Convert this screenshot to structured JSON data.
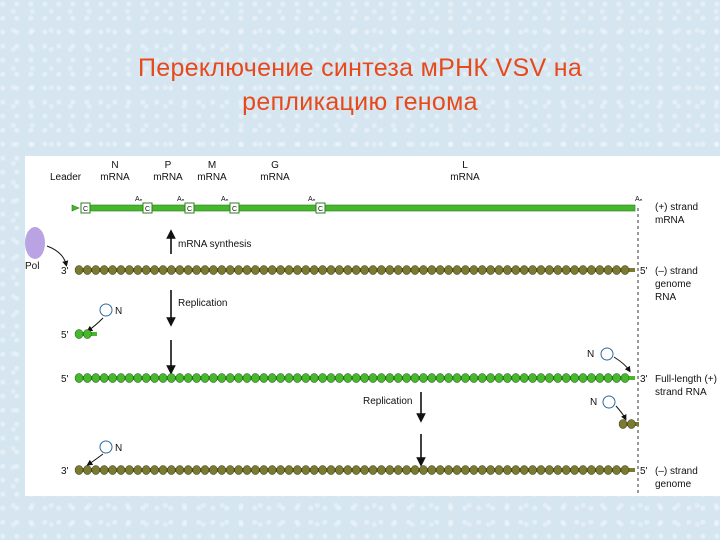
{
  "slide": {
    "title_line1": "Переключение синтеза мРНК VSV на",
    "title_line2": "репликацию генома"
  },
  "diagram": {
    "genes": [
      {
        "name": "N",
        "sub": "mRNA"
      },
      {
        "name": "P",
        "sub": "mRNA"
      },
      {
        "name": "M",
        "sub": "mRNA"
      },
      {
        "name": "G",
        "sub": "mRNA"
      },
      {
        "name": "L",
        "sub": "mRNA"
      }
    ],
    "leader_label": "Leader",
    "cap_glyph": "C",
    "polyA_glyph": "Aₙ",
    "pol_label": "Pol",
    "n_protein": "N",
    "plus_strand_mrna": [
      "(+) strand",
      "mRNA"
    ],
    "mrna_synthesis": "mRNA synthesis",
    "replication": "Replication",
    "minus_genome": [
      "(–) strand",
      "genome",
      "RNA"
    ],
    "full_length": [
      "Full-length (+)",
      "strand RNA"
    ],
    "end3": "3'",
    "end5": "5'"
  },
  "colors": {
    "title": "#e8491b",
    "plus_strand": "#45b82c",
    "minus_strand": "#7a7a30",
    "background": "#d6e6f1",
    "pol": "#b9a3e3"
  }
}
